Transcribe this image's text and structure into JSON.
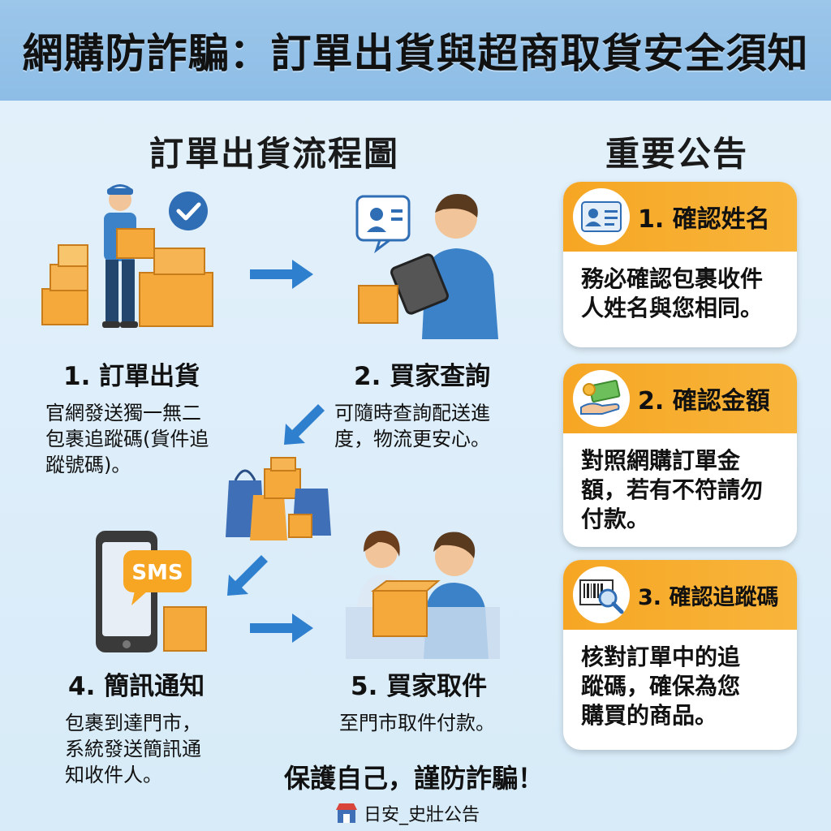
{
  "header": {
    "title": "網購防詐騙：訂單出貨與超商取貨安全須知"
  },
  "flow": {
    "title": "訂單出貨流程圖",
    "steps": [
      {
        "title": "1. 訂單出貨",
        "desc": [
          "官網發送獨一無二",
          "包裹追蹤碼(貨件追",
          "蹤號碼)。"
        ]
      },
      {
        "title": "2. 買家查詢",
        "desc": [
          "可隨時查詢配送進",
          "度，物流更安心。"
        ]
      },
      {
        "title": "4. 簡訊通知",
        "desc": [
          "包裹到達門市，",
          "系統發送簡訊通",
          "知收件人。"
        ]
      },
      {
        "title": "5. 買家取件",
        "desc": [
          "至門市取件付款。"
        ]
      }
    ],
    "sms_label": "SMS"
  },
  "notice": {
    "title": "重要公告",
    "cards": [
      {
        "title": "1. 確認姓名",
        "icon": "id-card-icon",
        "body": [
          "務必確認包裹收件",
          "人姓名與您相同。"
        ]
      },
      {
        "title": "2. 確認金額",
        "icon": "money-hand-icon",
        "body": [
          "對照網購訂單金",
          "額，若有不符請勿",
          "付款。"
        ]
      },
      {
        "title": "3. 確認追蹤碼",
        "icon": "barcode-magnifier-icon",
        "body": [
          "核對訂單中的追",
          "蹤碼，確保為您",
          "購買的商品。"
        ]
      }
    ]
  },
  "slogan": "保護自己，謹防詐騙！",
  "footer": {
    "text": "日安_史壯公告",
    "icon": "store-icon"
  },
  "colors": {
    "header": "#8dbde6",
    "accent": "#f6a623",
    "arrow": "#2f7fcf",
    "background": "#dcedf9"
  }
}
